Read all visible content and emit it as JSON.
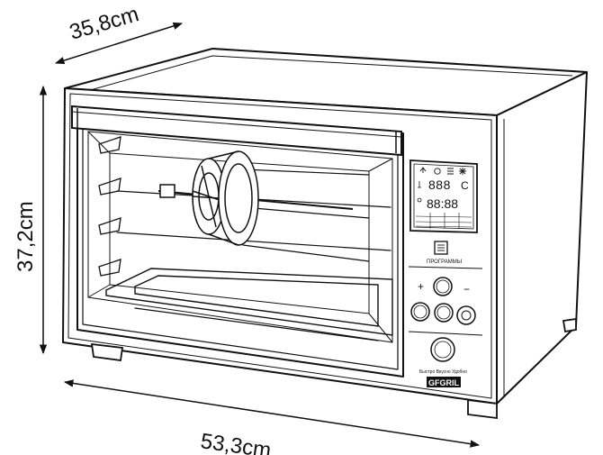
{
  "dimensions": {
    "depth": "35,8cm",
    "height": "37,2cm",
    "width": "53,3cm"
  },
  "display": {
    "temperature": "888",
    "temperature_unit": "C",
    "time": "88:88"
  },
  "controls": {
    "program_label": "ПРОГРАММЫ",
    "plus_symbol": "+",
    "minus_symbol": "−",
    "tagline": "Быстро Вкусно Удобно",
    "brand": "GFGRIL"
  }
}
